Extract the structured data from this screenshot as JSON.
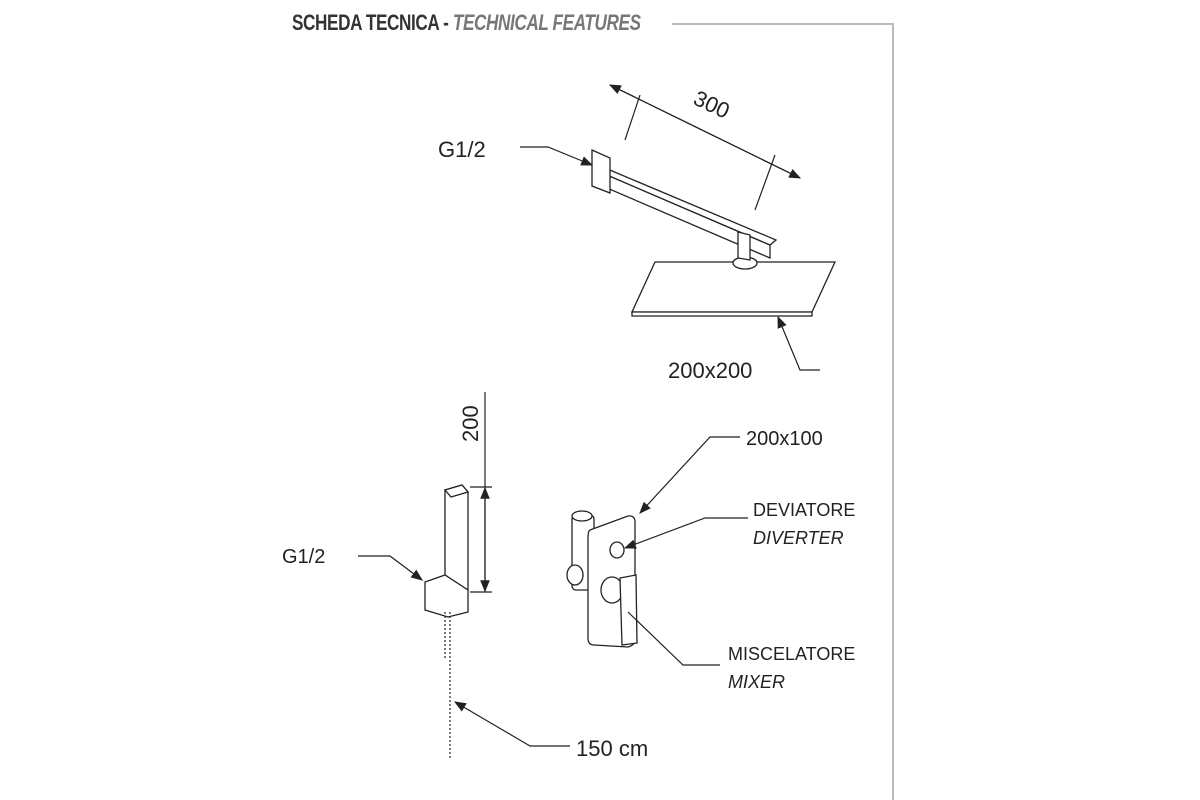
{
  "title": {
    "main": "SCHEDA TECNICA - ",
    "sub": "TECHNICAL FEATURES"
  },
  "labels": {
    "arm_length": "300",
    "arm_thread": "G1/2",
    "head_size": "200x200",
    "hand_height": "200",
    "hand_thread": "G1/2",
    "hose_length": "150 cm",
    "plate_size": "200x100",
    "diverter_it": "DEVIATORE",
    "diverter_en": "DIVERTER",
    "mixer_it": "MISCELATORE",
    "mixer_en": "MIXER"
  }
}
